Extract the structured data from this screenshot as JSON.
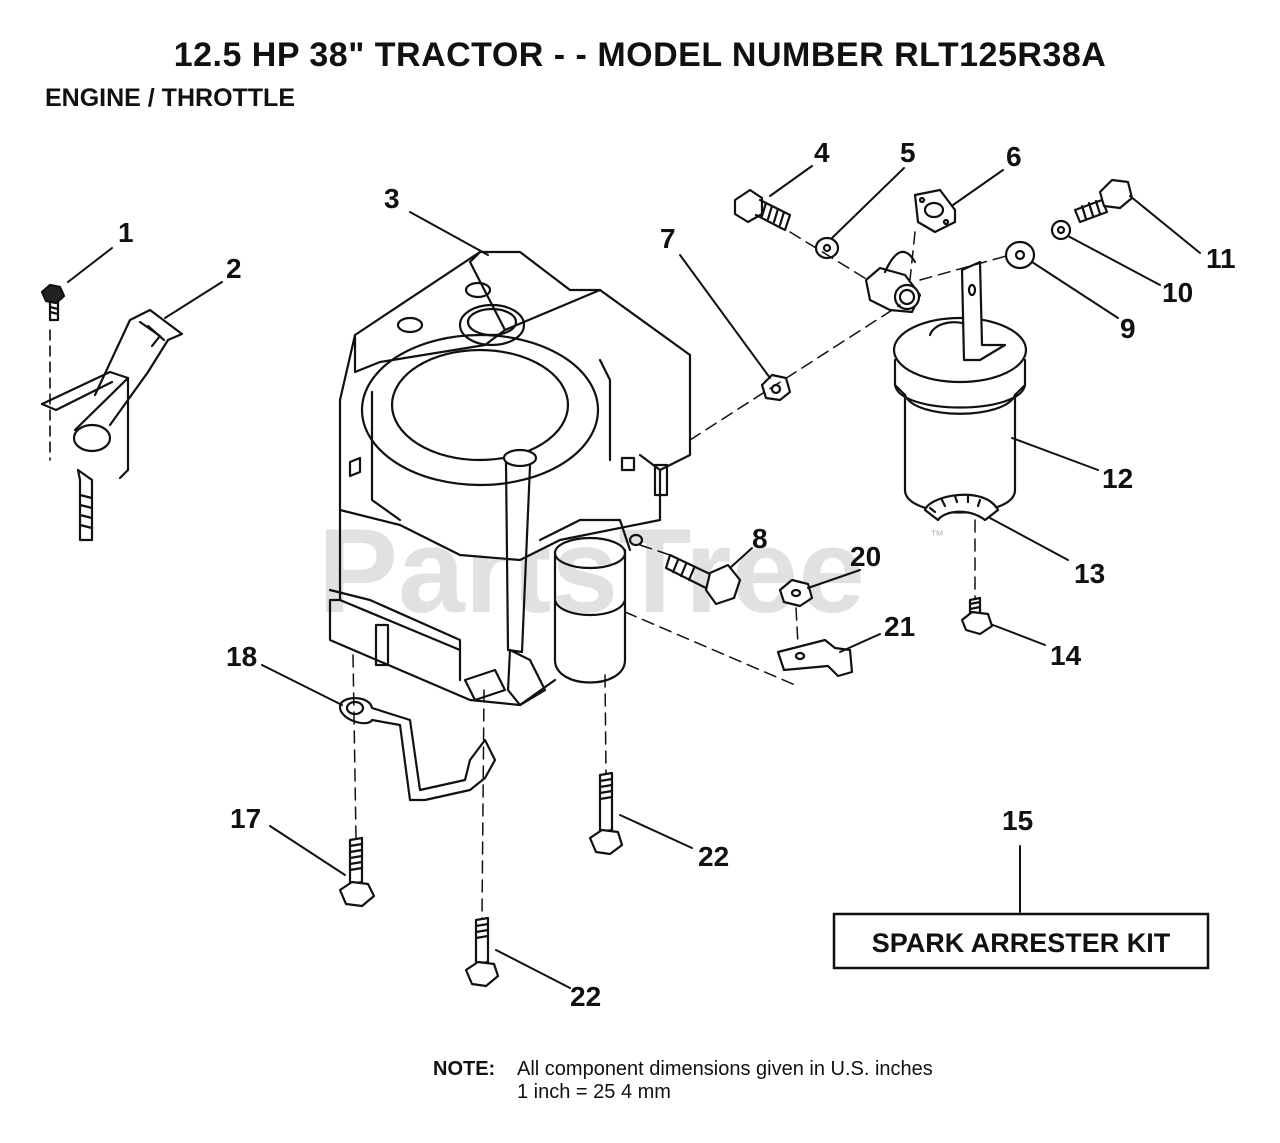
{
  "header": {
    "title": "12.5 HP 38\" TRACTOR - - MODEL NUMBER RLT125R38A",
    "subtitle": "ENGINE / THROTTLE"
  },
  "watermark": {
    "text": "PartsTree",
    "tm": "™"
  },
  "callouts": [
    {
      "id": "1",
      "label": "1"
    },
    {
      "id": "2",
      "label": "2"
    },
    {
      "id": "3",
      "label": "3"
    },
    {
      "id": "4",
      "label": "4"
    },
    {
      "id": "5",
      "label": "5"
    },
    {
      "id": "6",
      "label": "6"
    },
    {
      "id": "7",
      "label": "7"
    },
    {
      "id": "8",
      "label": "8"
    },
    {
      "id": "9",
      "label": "9"
    },
    {
      "id": "10",
      "label": "10"
    },
    {
      "id": "11",
      "label": "11"
    },
    {
      "id": "12",
      "label": "12"
    },
    {
      "id": "13",
      "label": "13"
    },
    {
      "id": "14",
      "label": "14"
    },
    {
      "id": "15",
      "label": "15"
    },
    {
      "id": "17",
      "label": "17"
    },
    {
      "id": "18",
      "label": "18"
    },
    {
      "id": "20",
      "label": "20"
    },
    {
      "id": "21",
      "label": "21"
    },
    {
      "id": "22a",
      "label": "22"
    },
    {
      "id": "22b",
      "label": "22"
    }
  ],
  "kit_box": {
    "label": "SPARK ARRESTER KIT"
  },
  "note": {
    "label": "NOTE:",
    "line1": "All component dimensions given in U.S. inches",
    "line2": "1 inch = 25 4 mm"
  }
}
